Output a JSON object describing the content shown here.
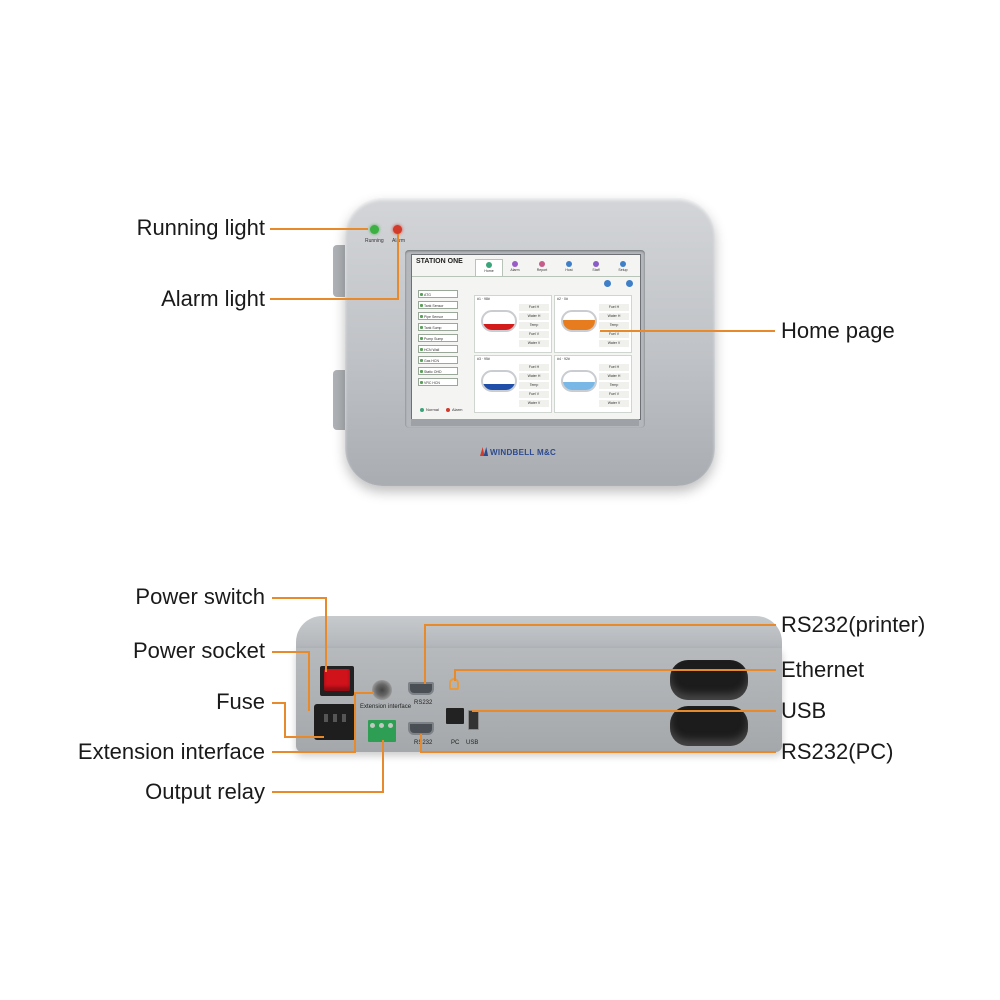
{
  "callouts": {
    "running_light": "Running light",
    "alarm_light": "Alarm light",
    "home_page": "Home page",
    "power_switch": "Power switch",
    "power_socket": "Power socket",
    "fuse": "Fuse",
    "extension_interface": "Extension interface",
    "output_relay": "Output relay",
    "rs232_printer": "RS232(printer)",
    "ethernet": "Ethernet",
    "usb": "USB",
    "rs232_pc": "RS232(PC)"
  },
  "front_panel": {
    "led_running_label": "Running",
    "led_alarm_label": "Alarm",
    "brand": "WINDBELL M&C",
    "screen": {
      "station_title": "STATION ONE",
      "tabs": [
        {
          "label": "Home",
          "icon": "home-icon",
          "color": "#3aa57a"
        },
        {
          "label": "Alarm",
          "icon": "alarm-icon",
          "color": "#9a5cc6"
        },
        {
          "label": "Report",
          "icon": "report-icon",
          "color": "#c65c8a"
        },
        {
          "label": "Host",
          "icon": "host-icon",
          "color": "#3f7fc7"
        },
        {
          "label": "Staff",
          "icon": "staff-icon",
          "color": "#8a5cc6"
        },
        {
          "label": "Setup",
          "icon": "setup-icon",
          "color": "#3f7fc7"
        }
      ],
      "side_items": [
        "ATG",
        "Tank Sensor",
        "Pipe Sensor",
        "Tank Sump",
        "Pump Sump",
        "HCN Wall",
        "Gas HCN",
        "Static OHD",
        "VRC HCN"
      ],
      "legend": {
        "normal": "Normal",
        "alarm": "Alarm"
      },
      "tanks": [
        {
          "id": "#1 · 98#",
          "fill_color": "#d41b1b",
          "fill_level": 0.35
        },
        {
          "id": "#2 · 0#",
          "fill_color": "#e67c1e",
          "fill_level": 0.55
        },
        {
          "id": "#3 · 95#",
          "fill_color": "#1f4fa8",
          "fill_level": 0.35
        },
        {
          "id": "#4 · 92#",
          "fill_color": "#79b7e6",
          "fill_level": 0.45
        }
      ],
      "tank_fields": [
        "Fuel H",
        "Water H",
        "Temp",
        "Fuel V",
        "Water V"
      ]
    }
  },
  "rear_panel": {
    "extension_label": "Extension interface",
    "rs232_top_label": "RS232",
    "rs232_bottom_label": "RS232",
    "pc_label": "PC",
    "usb_label": "USB"
  },
  "colors": {
    "leader": "#e8892b",
    "running_led": "#3cb043",
    "alarm_led": "#d23a2a",
    "power_switch": "#d0121b",
    "relay": "#2f9e55"
  }
}
